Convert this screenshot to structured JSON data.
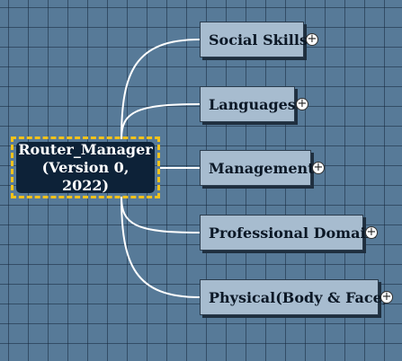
{
  "root": {
    "line1": "Router_Manager",
    "line2": "(Version 0, 2022)"
  },
  "topics": [
    {
      "label": "Social Skills",
      "expander": "+"
    },
    {
      "label": "Languages",
      "expander": "+"
    },
    {
      "label": "Management",
      "expander": "+"
    },
    {
      "label": "Professional Domain",
      "expander": "+"
    },
    {
      "label": "Physical(Body & Face)",
      "expander": "+"
    }
  ],
  "colors": {
    "background": "#577a98",
    "root_fill": "#0d2238",
    "root_border": "#f2c21b",
    "topic_fill": "#a7bccf",
    "connector": "#ffffff"
  }
}
